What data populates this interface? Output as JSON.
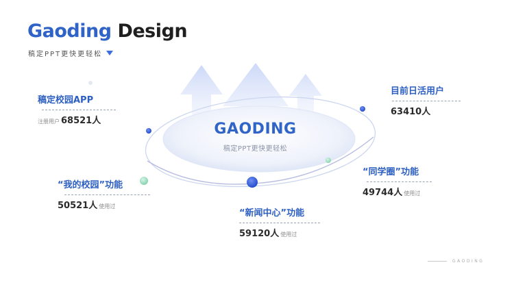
{
  "header": {
    "brand": "Gaoding",
    "title_rest": " Design",
    "subtitle": "稿定PPT更快更轻松"
  },
  "center": {
    "title": "GAODING",
    "subtitle": "稿定PPT更快更轻松"
  },
  "stats": [
    {
      "label": "稿定校园APP",
      "prefix_note": "注册用户",
      "value": "68521人",
      "suffix_note": ""
    },
    {
      "label": "目前日活用户",
      "prefix_note": "",
      "value": "63410人",
      "suffix_note": ""
    },
    {
      "label": "“我的校园”功能",
      "prefix_note": "",
      "value": "50521人",
      "suffix_note": "使用过"
    },
    {
      "label": "“同学圈”功能",
      "prefix_note": "",
      "value": "49744人",
      "suffix_note": "使用过"
    },
    {
      "label": "“新闻中心”功能",
      "prefix_note": "",
      "value": "59120人",
      "suffix_note": "使用过"
    }
  ],
  "footer": {
    "text": "GAODING"
  },
  "colors": {
    "accent": "#2f63c8",
    "green_dot": "#8fd8b8",
    "blue_dot": "#3d66e0"
  }
}
